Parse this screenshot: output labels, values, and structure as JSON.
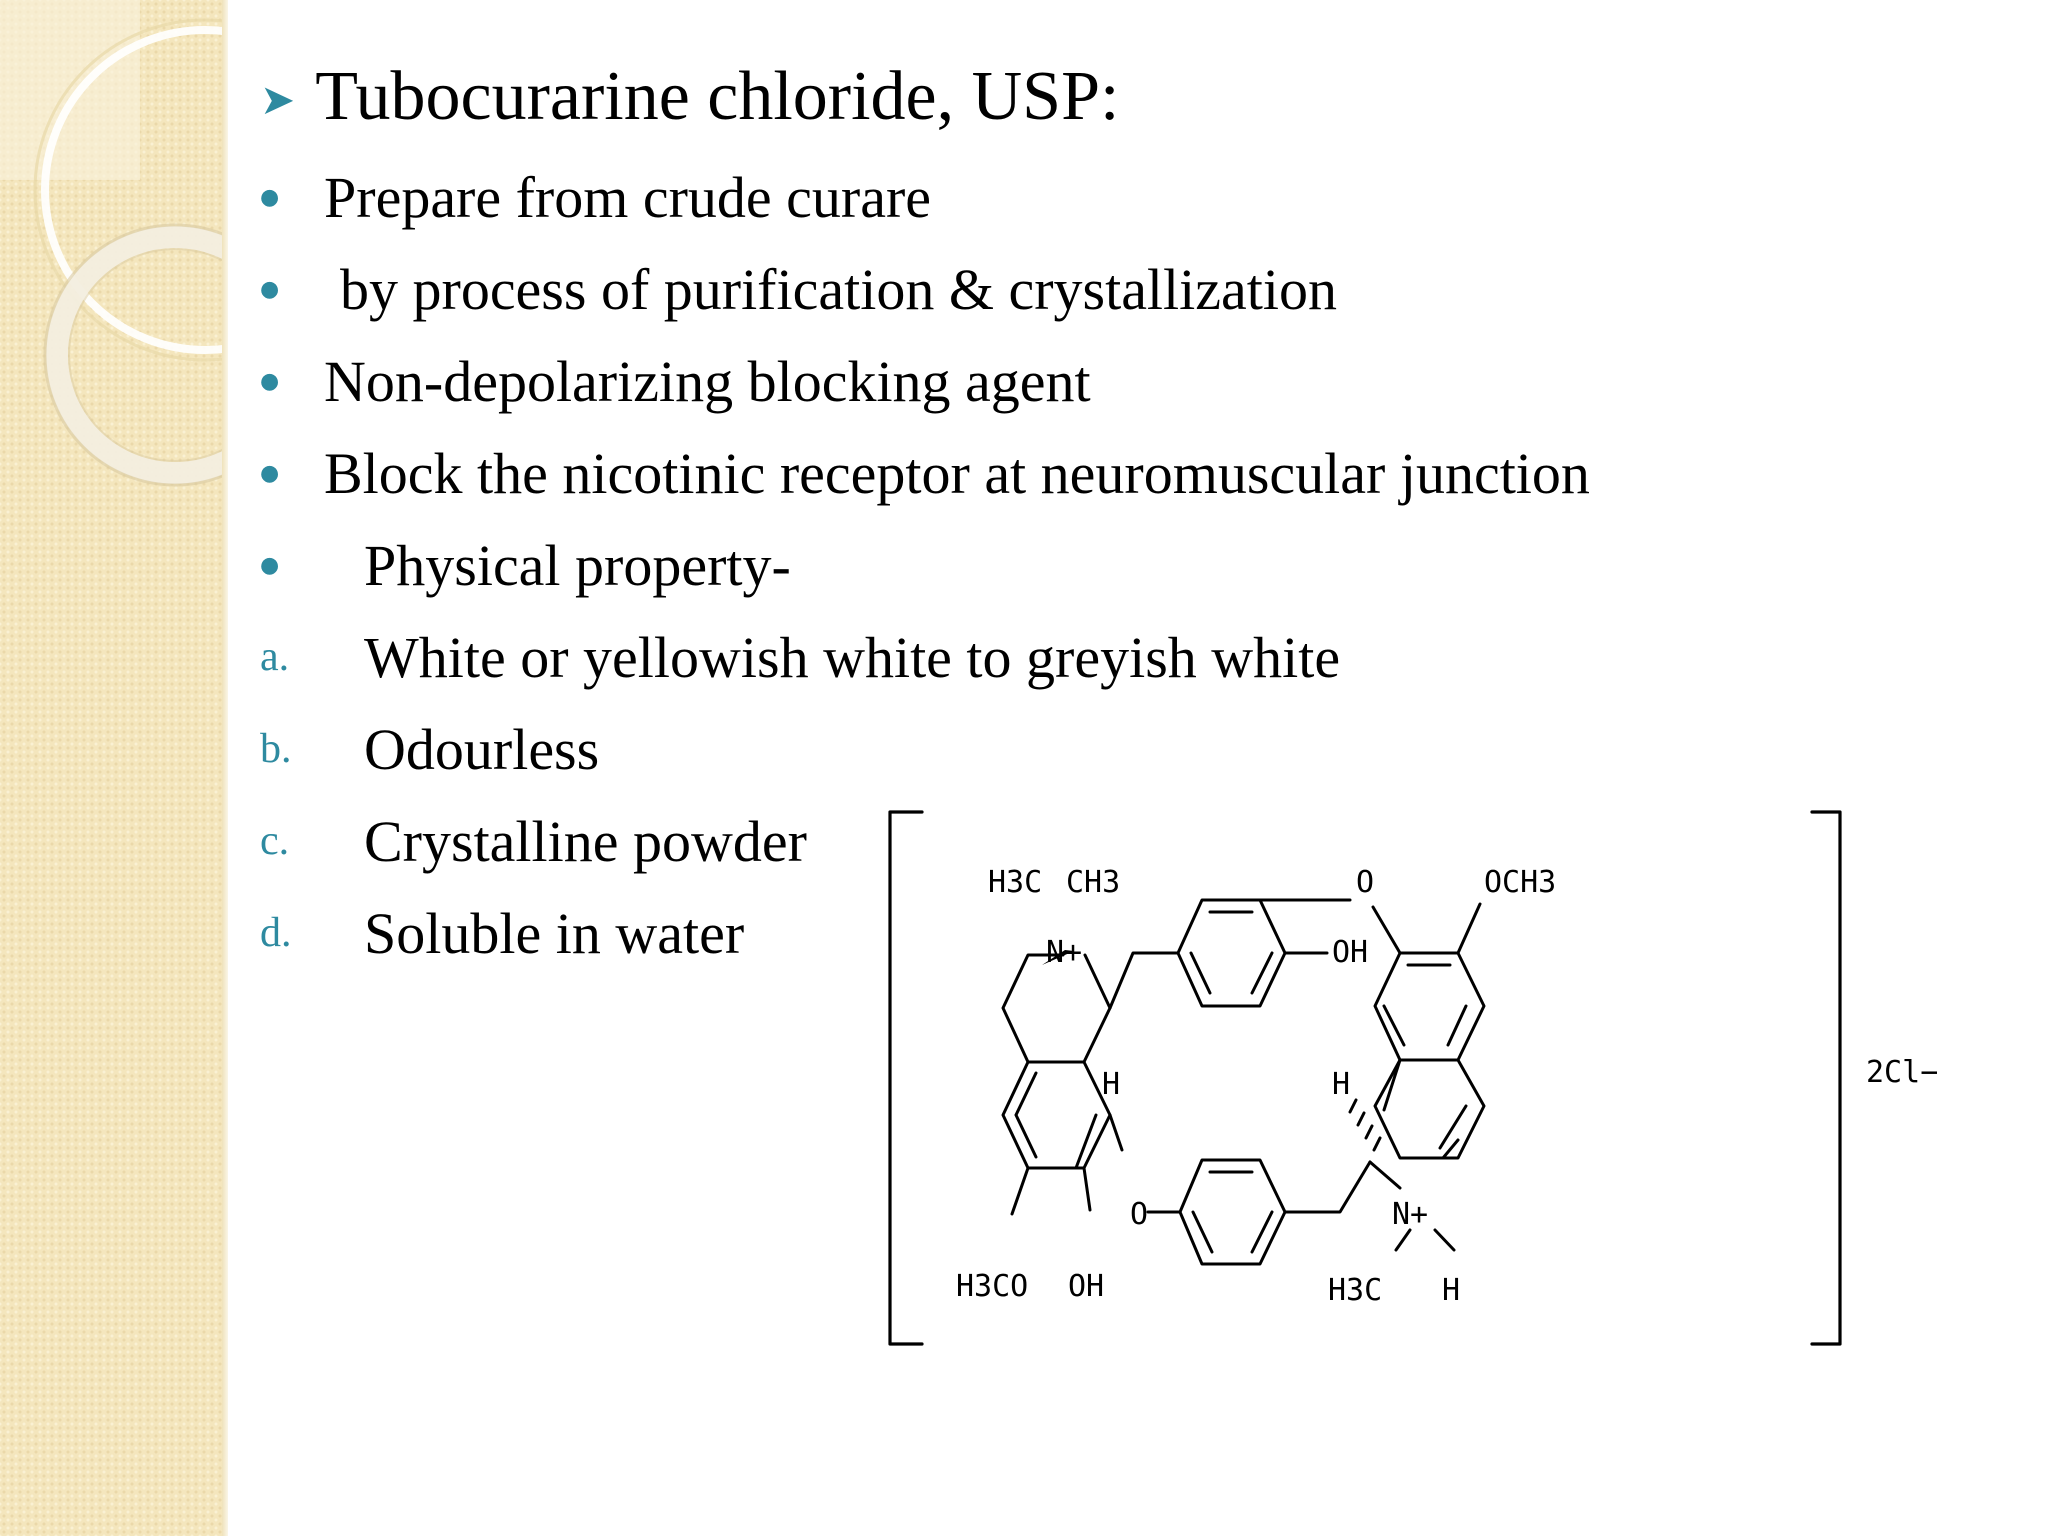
{
  "slide": {
    "title": "Tubocurarine chloride, USP:",
    "bullets": [
      "Prepare from crude curare",
      "by process of purification & crystallization",
      "Non-depolarizing blocking agent",
      "Block the nicotinic receptor at neuromuscular junction",
      "Physical property-"
    ],
    "properties": [
      {
        "marker": "a.",
        "text": "White or yellowish white to greyish white"
      },
      {
        "marker": "b.",
        "text": "Odourless"
      },
      {
        "marker": "c.",
        "text": "Crystalline powder"
      },
      {
        "marker": "d.",
        "text": "Soluble in water"
      }
    ]
  },
  "structure": {
    "labels": {
      "h3c_top": "H3C",
      "ch3_top": "CH3",
      "n_plus_left": "N+",
      "o_top": "O",
      "och3": "OCH3",
      "oh_mid": "OH",
      "h_left": "H",
      "h_right": "H",
      "o_bottom": "O",
      "h3co": "H3CO",
      "oh_bottom": "OH",
      "n_plus_right": "N+",
      "h3c_bottom": "H3C",
      "h_bottom": "H",
      "counter_ion": "2Cl−"
    }
  },
  "colors": {
    "accent": "#2e8aa0",
    "sidebar": "#f4e6bd",
    "text": "#000000"
  },
  "icons": {
    "heading_bullet": "arrowhead-bullet-icon",
    "list_bullet": "dot-bullet-icon"
  }
}
